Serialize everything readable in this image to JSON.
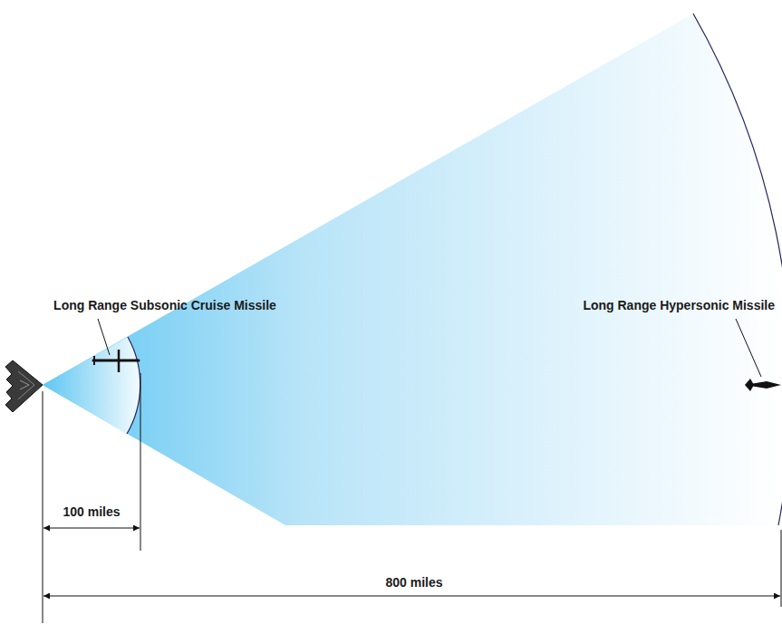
{
  "diagram": {
    "labels": [
      "Long Range Subsonic Cruise Missile",
      "Long Range Hypersonic Missile",
      "100 miles",
      "800 miles"
    ]
  }
}
